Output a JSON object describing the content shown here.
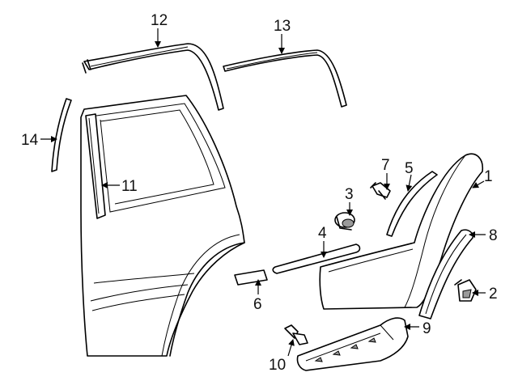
{
  "callouts": [
    {
      "id": "1",
      "label": "1"
    },
    {
      "id": "2",
      "label": "2"
    },
    {
      "id": "3",
      "label": "3"
    },
    {
      "id": "4",
      "label": "4"
    },
    {
      "id": "5",
      "label": "5"
    },
    {
      "id": "6",
      "label": "6"
    },
    {
      "id": "7",
      "label": "7"
    },
    {
      "id": "8",
      "label": "8"
    },
    {
      "id": "9",
      "label": "9"
    },
    {
      "id": "10",
      "label": "10"
    },
    {
      "id": "11",
      "label": "11"
    },
    {
      "id": "12",
      "label": "12"
    },
    {
      "id": "13",
      "label": "13"
    },
    {
      "id": "14",
      "label": "14"
    }
  ],
  "colors": {
    "line": "#000000",
    "background": "#ffffff",
    "shade": "#9a9a9a"
  }
}
